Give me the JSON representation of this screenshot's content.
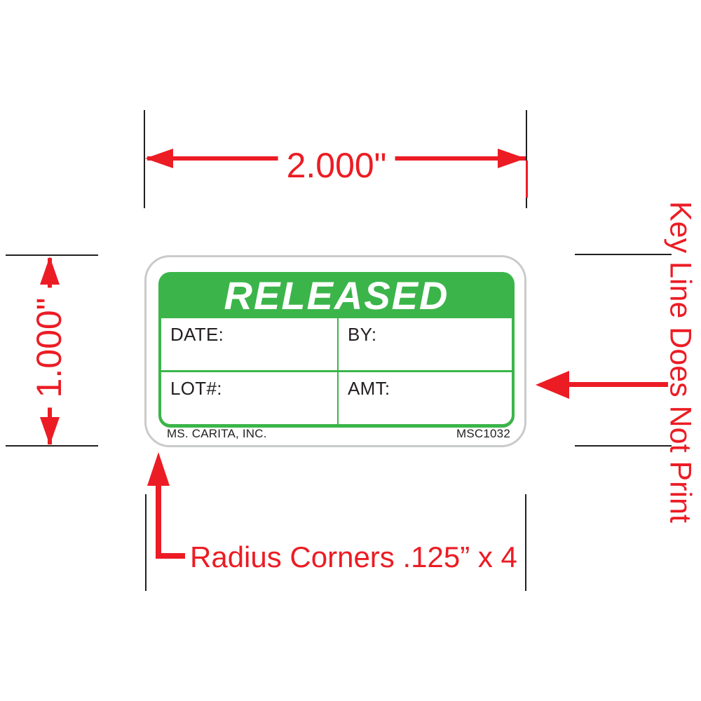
{
  "colors": {
    "green": "#3BB54A",
    "red": "#EC1C24",
    "keyline": "#C9CACB",
    "ink": "#231F20"
  },
  "dimensions": {
    "width_label": "2.000\"",
    "height_label": "1.000\""
  },
  "notes": {
    "keyline": "Key Line Does Not Print",
    "radius": "Radius Corners .125” x 4"
  },
  "label": {
    "title": "RELEASED",
    "fields": [
      {
        "label": "DATE:"
      },
      {
        "label": "BY:"
      },
      {
        "label": "LOT#:"
      },
      {
        "label": "AMT:"
      }
    ],
    "footer_left": "MS. CARITA, INC.",
    "footer_right": "MSC1032"
  }
}
